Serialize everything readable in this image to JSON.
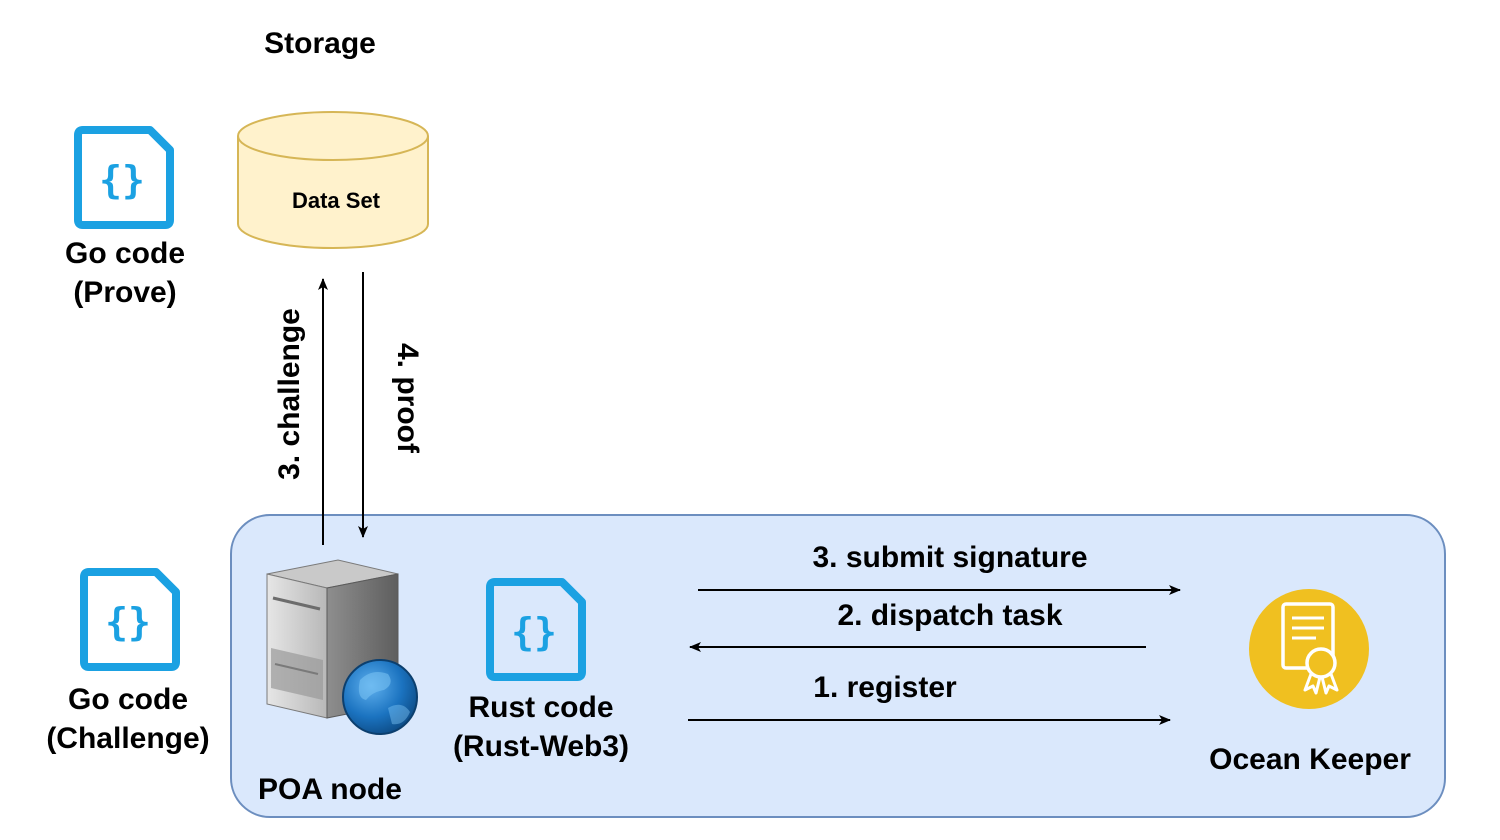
{
  "storage": {
    "title": "Storage",
    "dataset_label": "Data Set"
  },
  "go_prove": {
    "line1": "Go code",
    "line2": "(Prove)"
  },
  "go_challenge": {
    "line1": "Go code",
    "line2": "(Challenge)"
  },
  "poa_node": {
    "label": "POA node"
  },
  "rust_code": {
    "line1": "Rust code",
    "line2": "(Rust-Web3)"
  },
  "ocean_keeper": {
    "label": "Ocean Keeper"
  },
  "edges": {
    "challenge": "3. challenge",
    "proof": "4. proof",
    "submit_signature": "3. submit signature",
    "dispatch_task": "2. dispatch task",
    "register": "1. register"
  },
  "colors": {
    "panel_fill": "#dae8fc",
    "panel_stroke": "#6c8ebf",
    "cylinder_fill": "#fff2cc",
    "cylinder_stroke": "#d6b656",
    "code_icon": "#1ba1e2",
    "keeper_fill": "#f0c020"
  },
  "icons": {
    "code_file": "code-file-icon",
    "server": "server-globe-icon",
    "certificate": "certificate-icon"
  }
}
